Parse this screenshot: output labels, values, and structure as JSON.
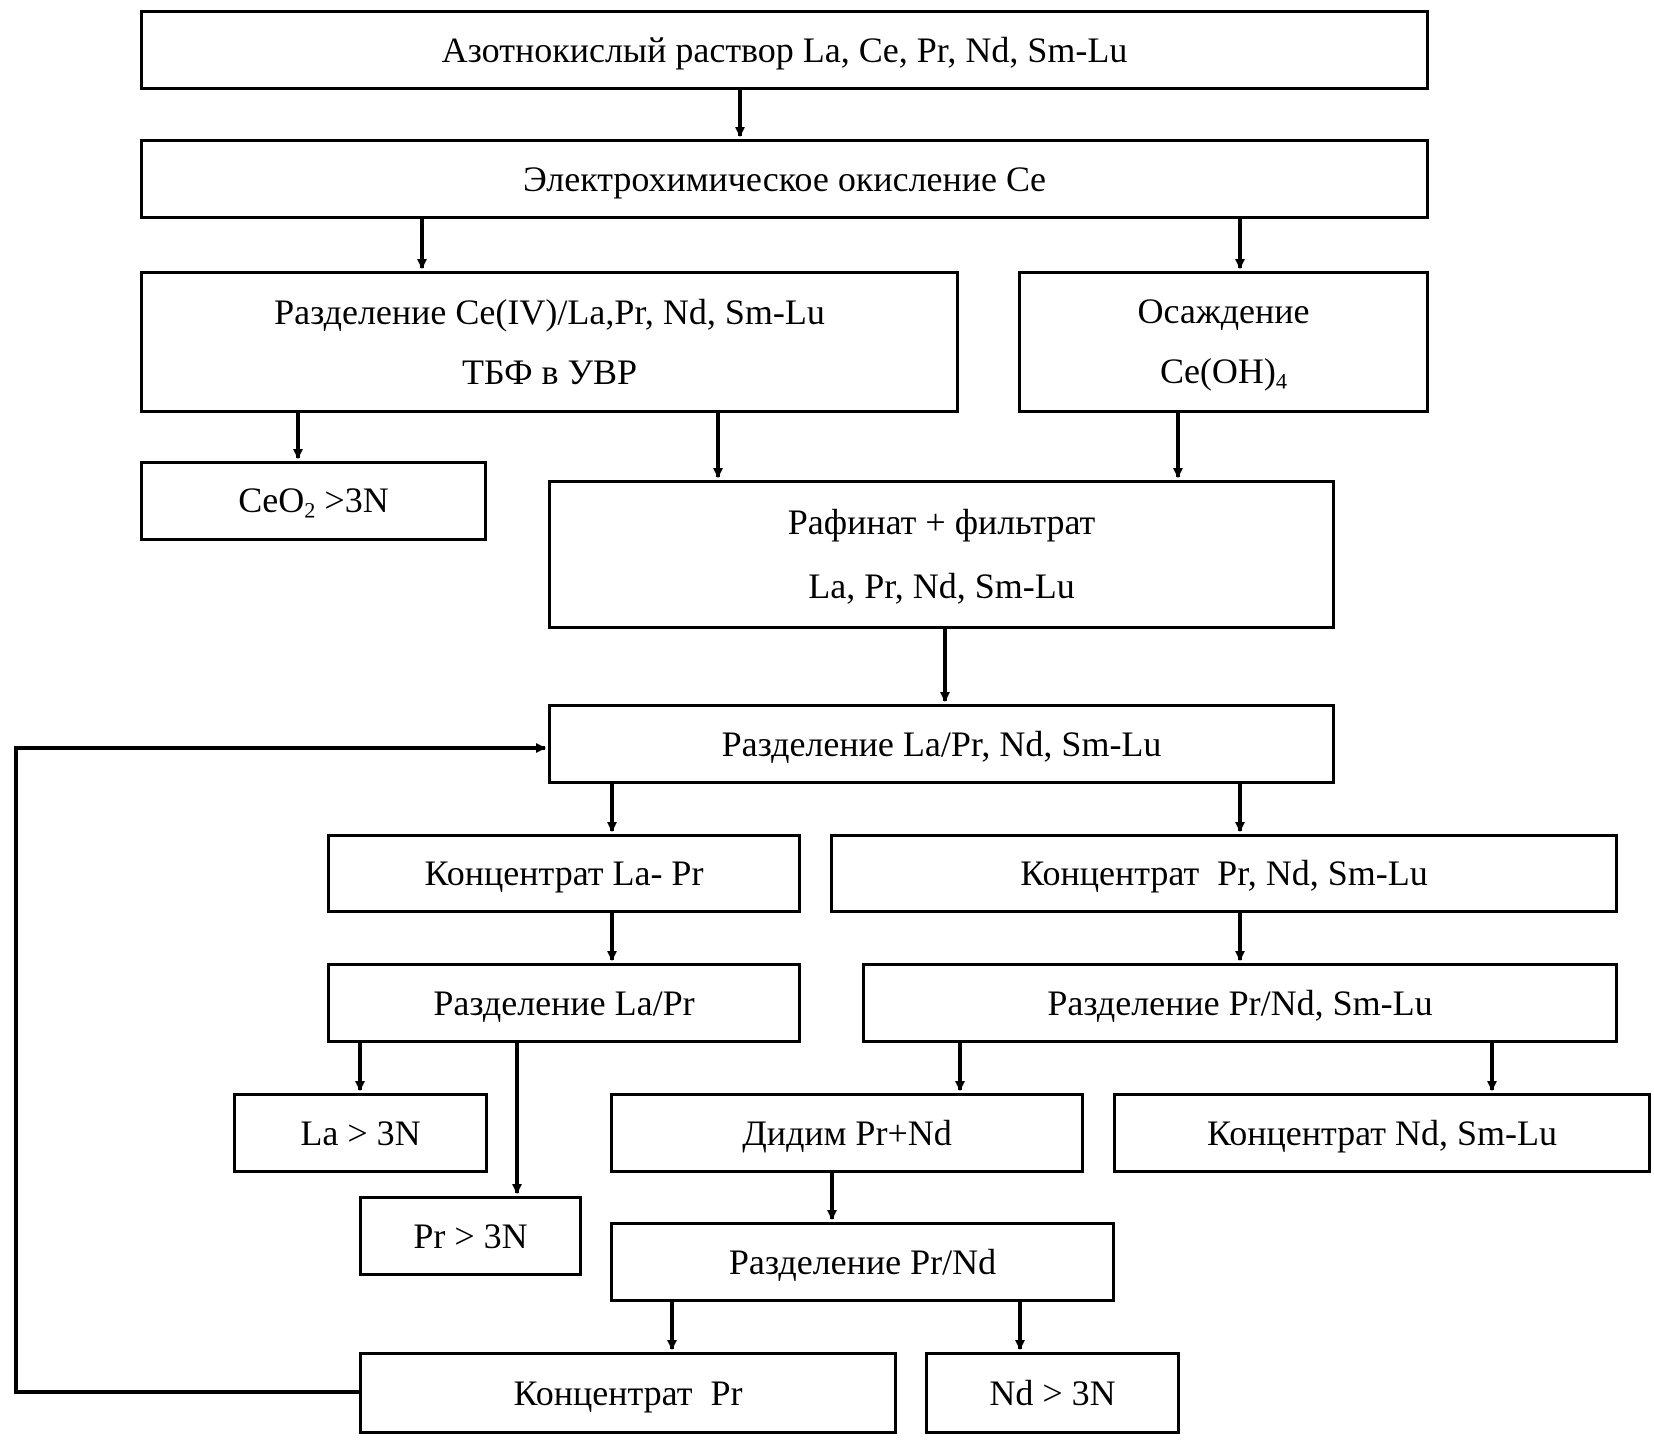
{
  "nodes": {
    "nitrate_solution": "Азотнокислый раствор La, Ce, Pr, Nd, Sm-Lu",
    "electro_oxidation": "Электрохимическое окисление Ce",
    "ce_separation": {
      "line1": "Разделение Ce(IV)/La,Pr, Nd, Sm-Lu",
      "line2": "ТБФ в УВР"
    },
    "precipitation": {
      "line1": "Осаждение",
      "line2_main": "Ce(OH)",
      "line2_sub": "4"
    },
    "ceo2": {
      "main": "CeO",
      "sub": "2",
      "rest": " >3N"
    },
    "raffinate": {
      "line1": "Рафинат + фильтрат",
      "line2": "La, Pr, Nd, Sm-Lu"
    },
    "la_separation": "Разделение La/Pr, Nd, Sm-Lu",
    "la_pr_concentrate": "Концентрат La- Pr",
    "pr_nd_sm_concentrate": "Концентрат  Pr, Nd, Sm-Lu",
    "la_pr_separation": "Разделение La/Pr",
    "pr_nd_separation": "Разделение Pr/Nd, Sm-Lu",
    "la_product": "La > 3N",
    "pr_product": "Pr > 3N",
    "didymium": "Дидим Pr+Nd",
    "nd_sm_concentrate": "Концентрат Nd, Sm-Lu",
    "pr_nd_final_separation": "Разделение Pr/Nd",
    "pr_concentrate": "Концентрат  Pr",
    "nd_product": "Nd > 3N"
  }
}
